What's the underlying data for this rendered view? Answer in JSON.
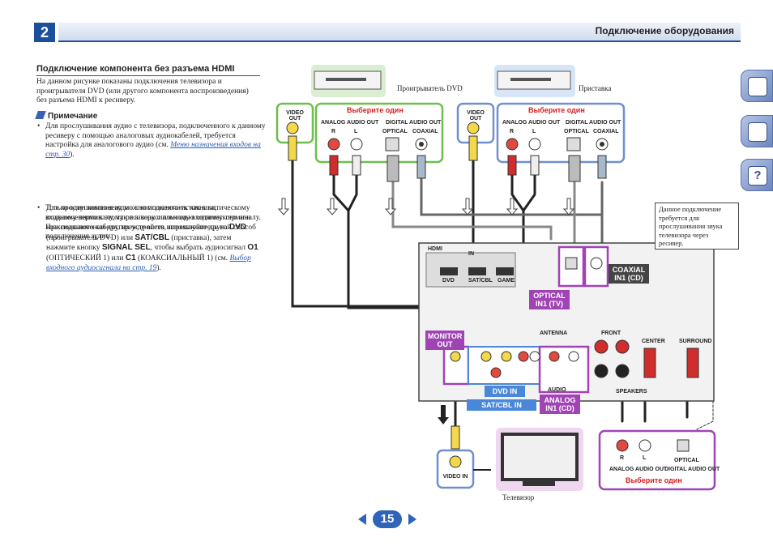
{
  "header": {
    "chapter": "2",
    "title": "Подключение оборудования"
  },
  "section_title": "Подключение компонента без разъема HDMI",
  "intro": "На данном рисунке показаны подключения телевизора и проигрывателя DVD (или другого компонента воспроизведения) без разъема HDMI к ресиверу.",
  "note": {
    "heading": "Примечание",
    "bullet1_text": "Для прослушивания аудио с телевизора, подключенного к данному ресиверу с помощью аналоговых аудиокабелей, требуется настройка для аналогового аудио (см.",
    "bullet1_link": "Меню назначения входов на стр. 30",
    "bullet1_end": ").",
    "bullet2": "Только один компонент можно подключить как к оптическому входному терминалу, так и к коаксиальному входному терминалу. При подключении других устройств используйте другой способ подключения аудио.",
    "para3_a": "Для прослушивания аудио с компонента-источника, подключенного к этому ресиверу с помощью оптического или коаксиального кабеля, прежде всего, переключитесь на",
    "para3_dvd": "DVD",
    "para3_b": "(проигрыватель DVD) или",
    "para3_sat": "SAT/CBL",
    "para3_c": "(приставка), затем нажмите кнопку",
    "para3_signal": "SIGNAL SEL",
    "para3_d": ", чтобы выбрать аудиосигнал",
    "para3_o1": "O1",
    "para3_e": "(ОПТИЧЕСКИЙ 1) или",
    "para3_c1": "C1",
    "para3_f": "(КОАКСИАЛЬНЫЙ 1) (см.",
    "para3_link": "Выбор входного аудиосигнала на стр. 19",
    "para3_end": ")."
  },
  "diagram": {
    "dvd_player_label": "Проигрыватель DVD",
    "set_top_label": "Приставка",
    "tv_label": "Телевизор",
    "select_one": "Выберите один",
    "video_out": "VIDEO OUT",
    "video_in": "VIDEO IN",
    "analog_audio_out": "ANALOG AUDIO OUT",
    "digital_audio_out": "DIGITAL AUDIO OUT",
    "optical": "OPTICAL",
    "coaxial": "COAXIAL",
    "r": "R",
    "l": "L",
    "hdmi": "HDMI",
    "in": "IN",
    "dvd": "DVD",
    "satcbl": "SAT/CBL",
    "game": "GAME",
    "monitor_out": "MONITOR OUT",
    "dvd_in": "DVD IN",
    "satcbl_in": "SAT/CBL IN",
    "optical_in1": "OPTICAL IN1 (TV)",
    "coaxial_in1": "COAXIAL IN1 (CD)",
    "analog_in1": "ANALOG IN1 (CD)",
    "antenna": "ANTENNA",
    "front": "FRONT",
    "center": "CENTER",
    "surround": "SURROUND",
    "speakers": "SPEAKERS",
    "audio": "AUDIO",
    "note_box": "Данное подключение требуется для прослушивания звука телевизора через ресивер."
  },
  "pager": {
    "page": "15",
    "prev_icon": "triangle-left-icon",
    "next_icon": "triangle-right-icon"
  },
  "side_tabs": [
    "book-icon",
    "devices-icon",
    "help-icon"
  ],
  "colors": {
    "accent_blue": "#1b4f9c",
    "green_frame": "#6cc04a",
    "blue_frame": "#6f8fce",
    "purple_frame": "#a044b4",
    "select_red": "#d3211f"
  }
}
